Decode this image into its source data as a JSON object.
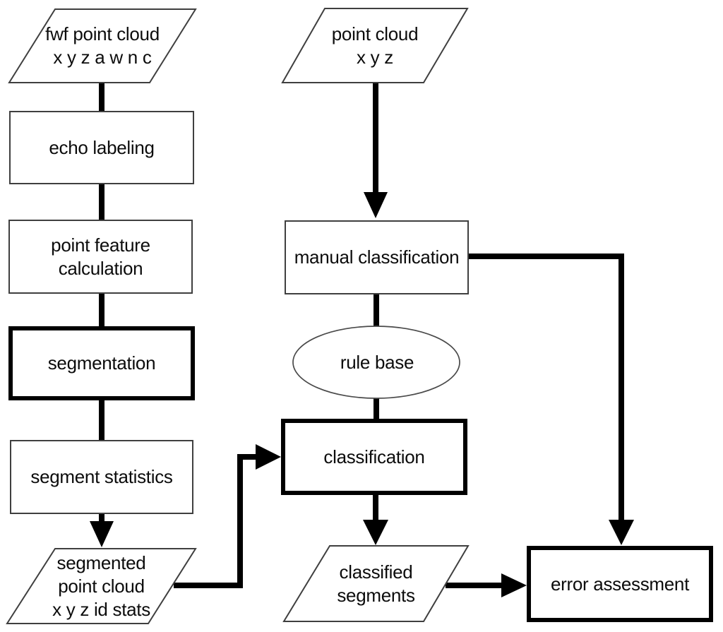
{
  "title": "point cloud processing and classification flowchart",
  "colors": {
    "background": "#ffffff",
    "ink": "#000000",
    "thin_stroke": "#3f3f3f"
  },
  "nodes": {
    "fwf_point_cloud": {
      "shape": "parallelogram",
      "line1": "fwf point cloud",
      "line2": "x y z a w n c"
    },
    "echo_labeling": {
      "shape": "rect",
      "line1": "echo labeling"
    },
    "point_feature_calculation": {
      "shape": "rect",
      "line1": "point feature",
      "line2": "calculation"
    },
    "segmentation": {
      "shape": "rect-bold",
      "line1": "segmentation"
    },
    "segment_statistics": {
      "shape": "rect",
      "line1": "segment statistics"
    },
    "segmented_point_cloud": {
      "shape": "parallelogram",
      "line1": "segmented",
      "line2": "point cloud",
      "line3": "x y z id stats"
    },
    "point_cloud": {
      "shape": "parallelogram",
      "line1": "point cloud",
      "line2": "x y z"
    },
    "manual_classification": {
      "shape": "rect",
      "line1": "manual classification"
    },
    "rule_base": {
      "shape": "ellipse",
      "line1": "rule base"
    },
    "classification": {
      "shape": "rect-bold",
      "line1": "classification"
    },
    "classified_segments": {
      "shape": "parallelogram",
      "line1": "classified",
      "line2": "segments"
    },
    "error_assessment": {
      "shape": "rect-bold",
      "line1": "error assessment"
    }
  },
  "edges": [
    {
      "from": "fwf point cloud",
      "to": "echo labeling",
      "arrow": false
    },
    {
      "from": "echo labeling",
      "to": "point feature calculation",
      "arrow": false
    },
    {
      "from": "point feature calculation",
      "to": "segmentation",
      "arrow": false
    },
    {
      "from": "segmentation",
      "to": "segment statistics",
      "arrow": false
    },
    {
      "from": "segment statistics",
      "to": "segmented point cloud",
      "arrow": true
    },
    {
      "from": "segmented point cloud",
      "to": "classification",
      "arrow": true
    },
    {
      "from": "point cloud",
      "to": "manual classification",
      "arrow": true
    },
    {
      "from": "manual classification",
      "to": "rule base",
      "arrow": false
    },
    {
      "from": "rule base",
      "to": "classification",
      "arrow": false
    },
    {
      "from": "classification",
      "to": "classified segments",
      "arrow": true
    },
    {
      "from": "classified segments",
      "to": "error assessment",
      "arrow": true
    },
    {
      "from": "manual classification",
      "to": "error assessment",
      "arrow": true
    }
  ]
}
